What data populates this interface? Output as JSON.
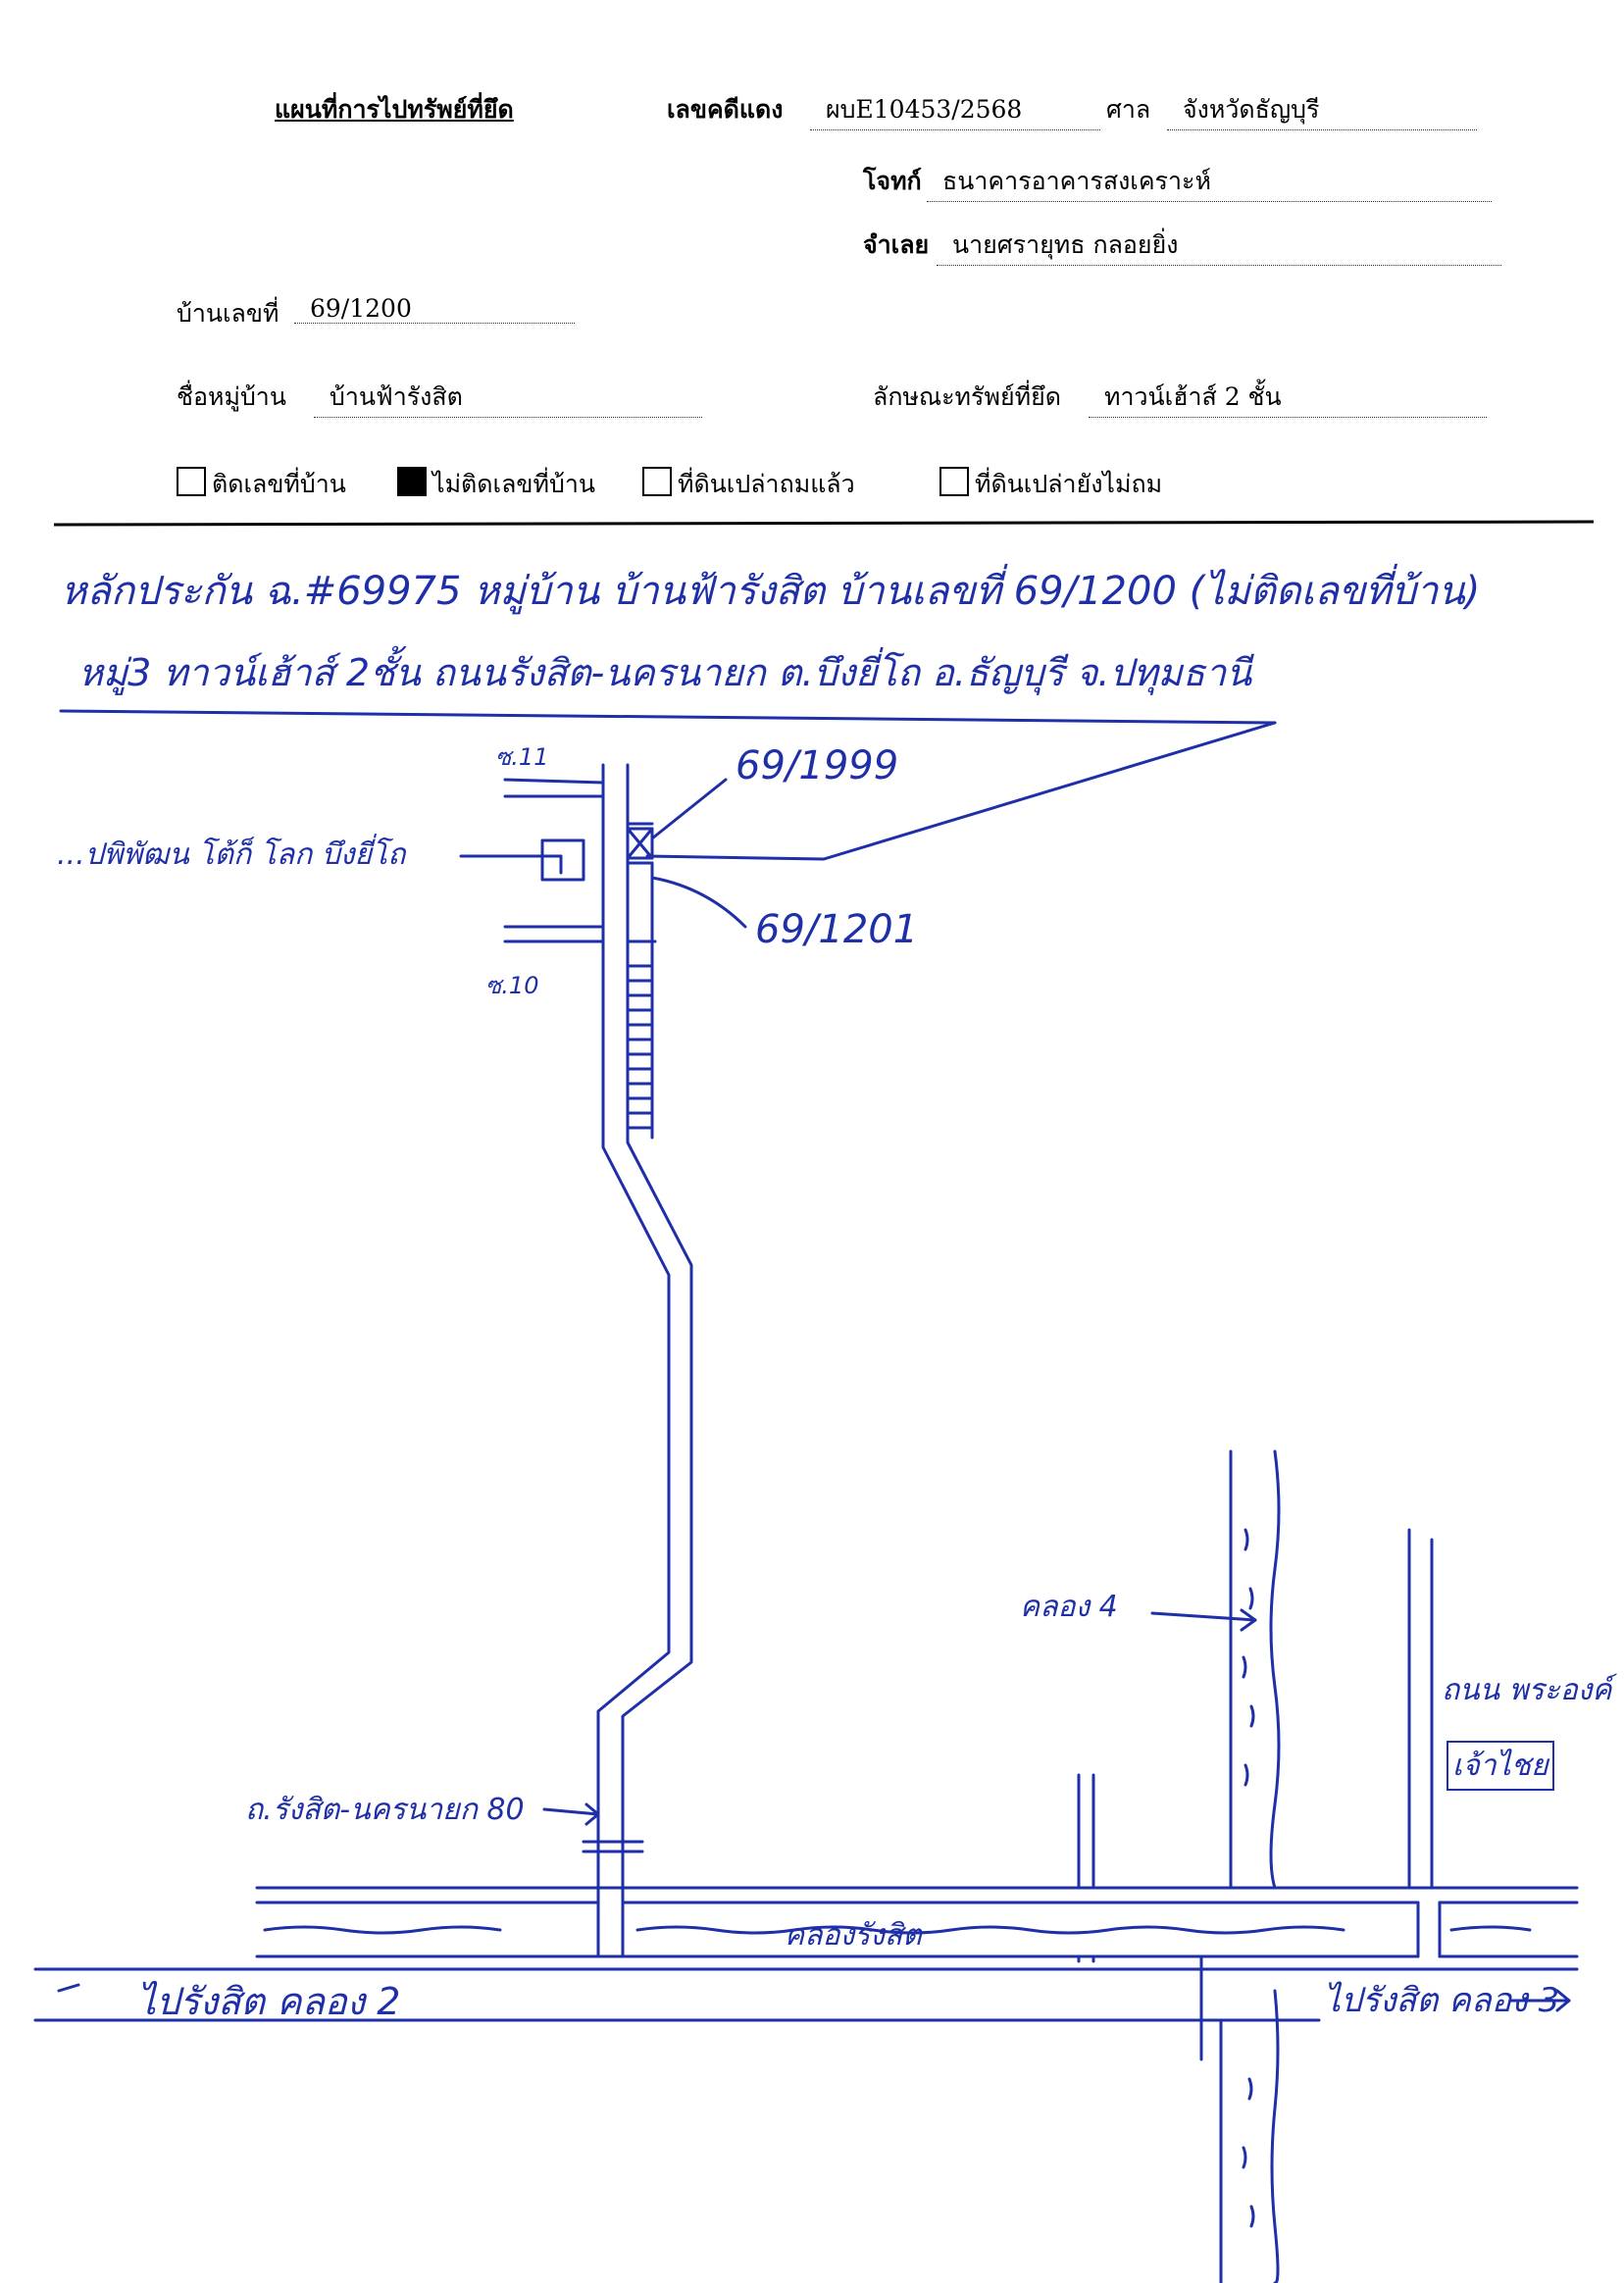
{
  "header": {
    "title": "แผนที่การไปทรัพย์ที่ยึด",
    "red_case_label": "เลขคดีแดง",
    "red_case_value": "ผบE10453/2568",
    "court_label": "ศาล",
    "court_value": "จังหวัดธัญบุรี",
    "plaintiff_label": "โจทก์",
    "plaintiff_value": "ธนาคารอาคารสงเคราะห์",
    "defendant_label": "จำเลย",
    "defendant_value": "นายศรายุทธ กลอยยิ่ง"
  },
  "property": {
    "house_no_label": "บ้านเลขที่",
    "house_no_value": "69/1200",
    "village_label": "ชื่อหมู่บ้าน",
    "village_value": "บ้านฟ้ารังสิต",
    "type_label": "ลักษณะทรัพย์ที่ยึด",
    "type_value": "ทาวน์เฮ้าส์ 2 ชั้น"
  },
  "checkboxes": [
    {
      "label": "ติดเลขที่บ้าน",
      "checked": false
    },
    {
      "label": "ไม่ติดเลขที่บ้าน",
      "checked": true
    },
    {
      "label": "ที่ดินเปล่าถมแล้ว",
      "checked": false
    },
    {
      "label": "ที่ดินเปล่ายังไม่ถม",
      "checked": false
    }
  ],
  "handwritten": {
    "line1": "หลักประกัน ฉ.#69975 หมู่บ้าน บ้านฟ้ารังสิต บ้านเลขที่ 69/1200 (ไม่ติดเลขที่บ้าน)",
    "line2": "หมู่3 ทาวน์เฮ้าส์ 2ชั้น ถนนรังสิต-นครนายก ต.บึงยี่โถ อ.ธัญบุรี จ.ปทุมธานี",
    "soi_11": "ซ.11",
    "soi_10": "ซ.10",
    "neighbor_top": "69/1999",
    "neighbor_bottom": "69/1201",
    "temple": "...ปพิพัฒน โต้ก็ โลก บึงยี่โถ",
    "road_label": "ถ.รังสิต-นครนายก 80",
    "canal_4": "คลอง 4",
    "phahon_road_line1": "ถนน พระองค์",
    "phahon_road_line2": "เจ้าไชย",
    "canal_rangsit": "คลองรังสิต",
    "to_rangsit": "ไปรังสิต คลอง 2",
    "to_canal3": "ไปรังสิต คลอง 3"
  },
  "colors": {
    "ink": "#1e2fa8",
    "print": "#000000"
  }
}
